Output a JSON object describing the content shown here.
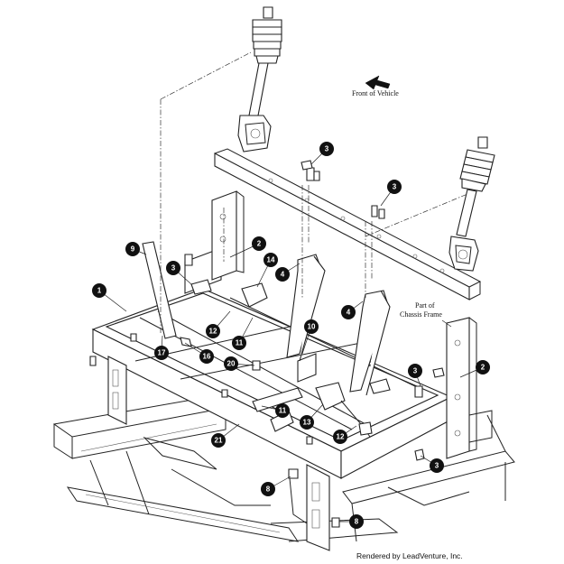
{
  "labels": {
    "front_of_vehicle": "Front of Vehicle",
    "chassis_line1": "Part of",
    "chassis_line2": "Chassis Frame",
    "footer": "Rendered by LeadVenture, Inc."
  },
  "callouts": [
    {
      "id": "c1",
      "num": "1"
    },
    {
      "id": "c2a",
      "num": "2"
    },
    {
      "id": "c2b",
      "num": "2"
    },
    {
      "id": "c3a",
      "num": "3"
    },
    {
      "id": "c3b",
      "num": "3"
    },
    {
      "id": "c3c",
      "num": "3"
    },
    {
      "id": "c3d",
      "num": "3"
    },
    {
      "id": "c3e",
      "num": "3"
    },
    {
      "id": "c4a",
      "num": "4"
    },
    {
      "id": "c4b",
      "num": "4"
    },
    {
      "id": "c8a",
      "num": "8"
    },
    {
      "id": "c8b",
      "num": "8"
    },
    {
      "id": "c9",
      "num": "9"
    },
    {
      "id": "c10",
      "num": "10"
    },
    {
      "id": "c11a",
      "num": "11"
    },
    {
      "id": "c11b",
      "num": "11"
    },
    {
      "id": "c12a",
      "num": "12"
    },
    {
      "id": "c12b",
      "num": "12"
    },
    {
      "id": "c13",
      "num": "13"
    },
    {
      "id": "c14",
      "num": "14"
    },
    {
      "id": "c16",
      "num": "16"
    },
    {
      "id": "c17",
      "num": "17"
    },
    {
      "id": "c20",
      "num": "20"
    },
    {
      "id": "c21",
      "num": "21"
    }
  ]
}
